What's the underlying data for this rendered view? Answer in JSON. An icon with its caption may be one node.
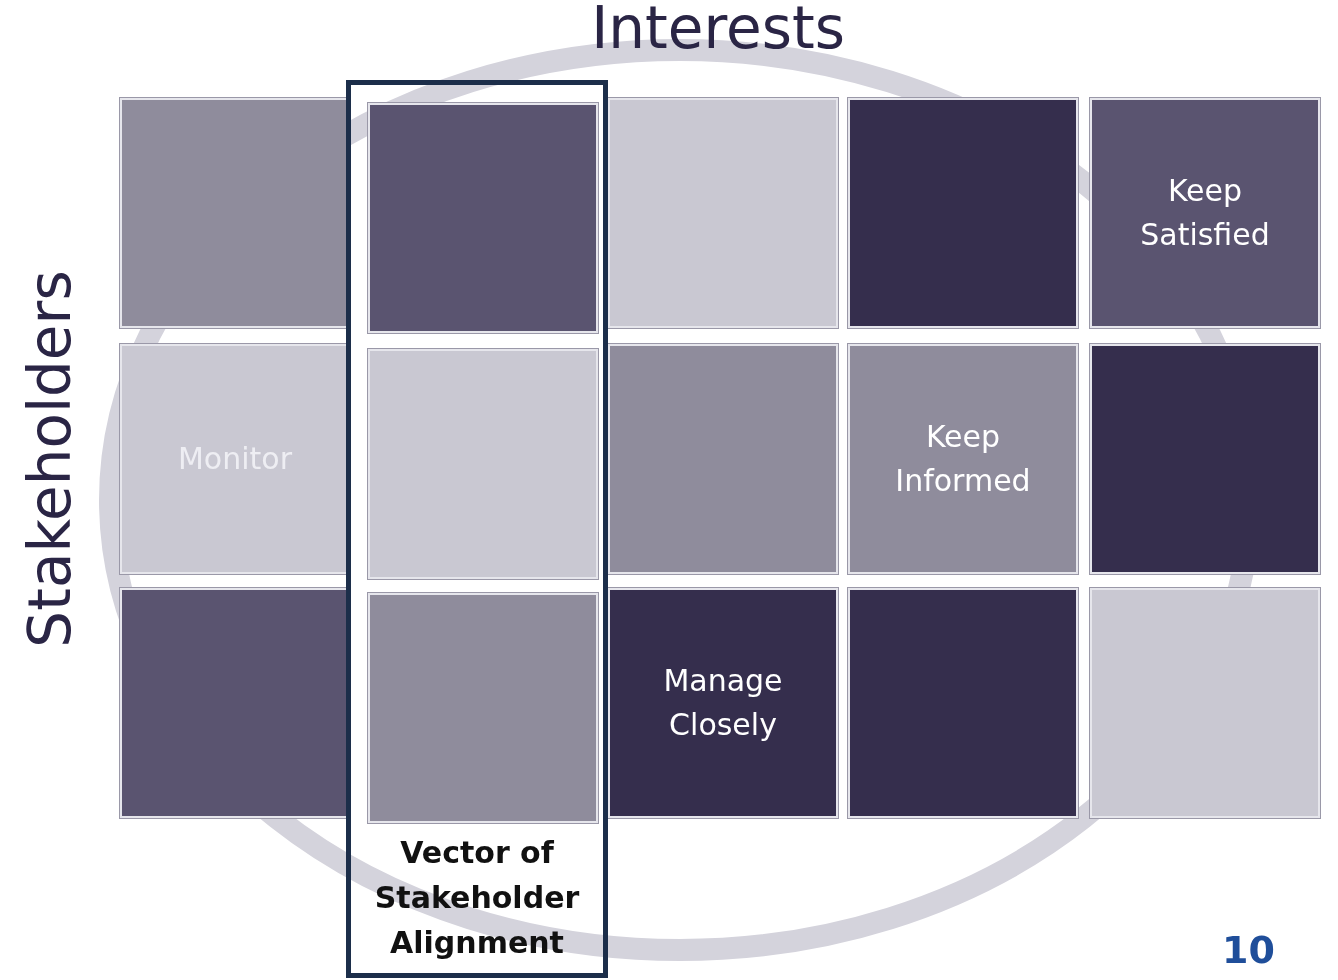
{
  "diagram": {
    "nodes": [
      {
        "text": [
          "Vector of Stakeholder Alignment"
        ]
      },
      {
        "text": [],
        "shape": "box"
      },
      {
        "text": [],
        "shape": "box",
        "in": 0
      },
      {
        "text": [],
        "shape": "box"
      },
      {
        "text": [],
        "shape": "box"
      },
      {
        "text": [
          "Keep Satisfied"
        ]
      },
      {
        "text": [
          "Monitor"
        ]
      },
      {
        "text": [],
        "shape": "box",
        "in": 0
      },
      {
        "text": [],
        "shape": "box"
      },
      {
        "text": [
          "Keep Informed"
        ]
      },
      {
        "text": [],
        "shape": "box"
      },
      {
        "text": [],
        "shape": "box"
      },
      {
        "text": [],
        "shape": "box",
        "in": 0
      },
      {
        "text": [
          "Manage Closely"
        ]
      },
      {
        "text": [],
        "shape": "box"
      },
      {
        "text": [],
        "shape": "box"
      }
    ],
    "edges": [],
    "labels": [
      "Interests",
      "Stakeholders",
      "10"
    ]
  }
}
